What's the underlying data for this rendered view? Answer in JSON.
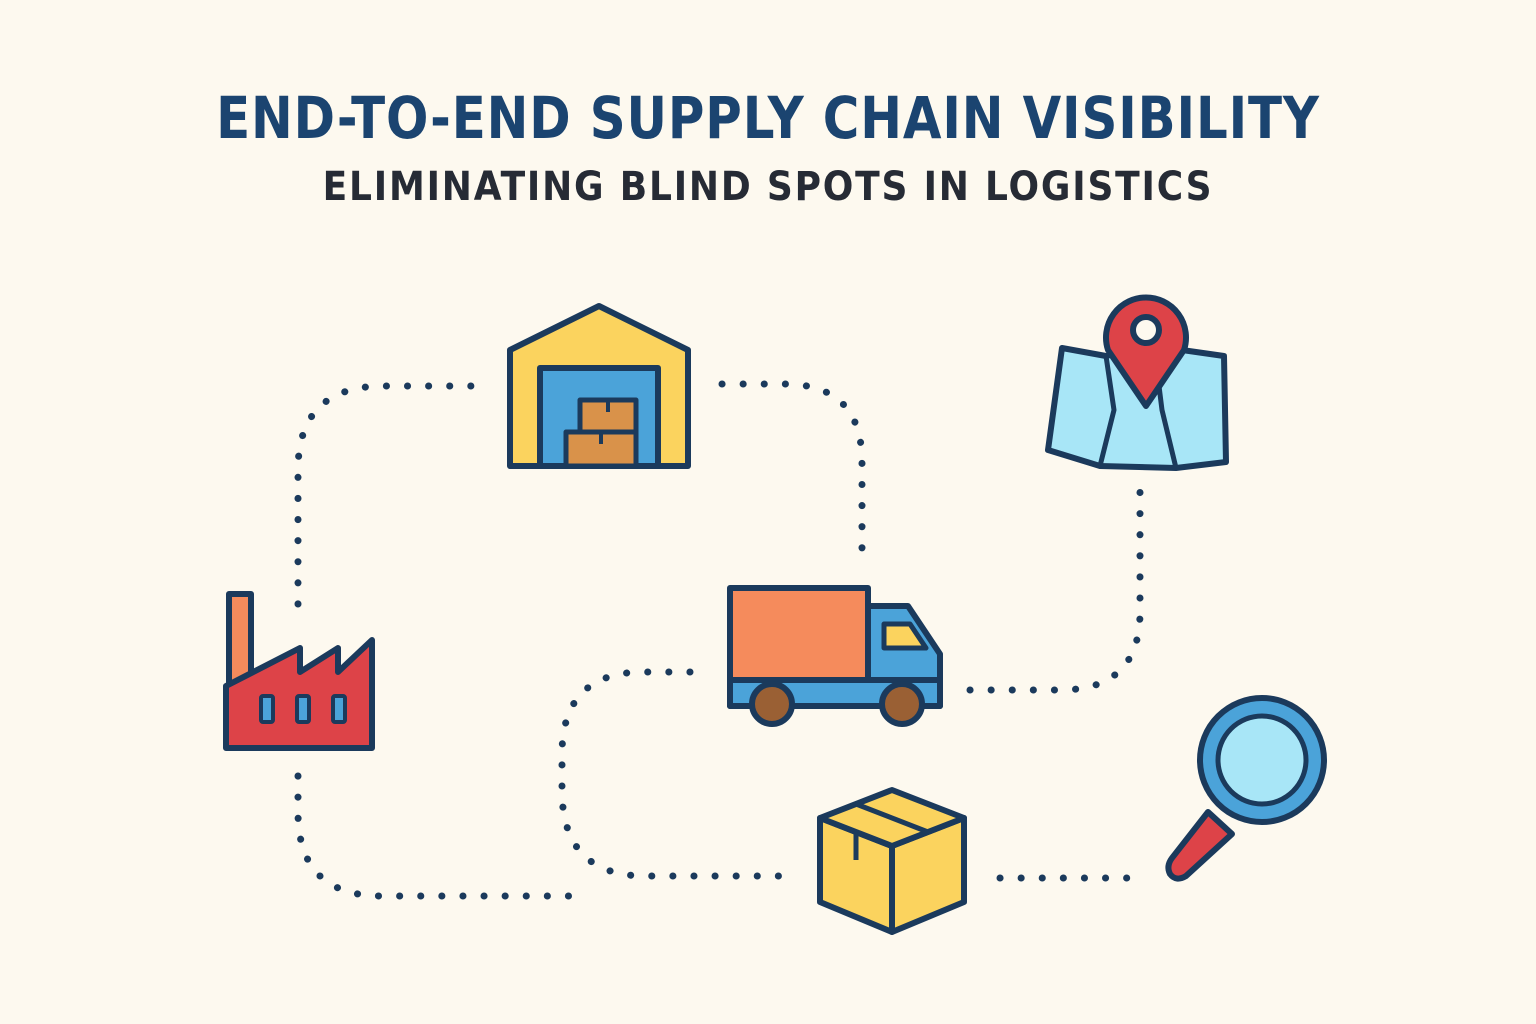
{
  "header": {
    "title": "END-TO-END SUPPLY CHAIN VISIBILITY",
    "subtitle": "ELIMINATING BLIND SPOTS IN LOGISTICS"
  },
  "nodes": [
    {
      "id": "factory",
      "icon": "factory-icon"
    },
    {
      "id": "warehouse",
      "icon": "warehouse-icon"
    },
    {
      "id": "truck",
      "icon": "delivery-truck-icon"
    },
    {
      "id": "map",
      "icon": "map-location-pin-icon"
    },
    {
      "id": "package",
      "icon": "package-box-icon"
    },
    {
      "id": "search",
      "icon": "magnifying-glass-icon"
    }
  ],
  "colors": {
    "background": "#FDF9EF",
    "outline": "#1B3A5C",
    "title": "#1B4470",
    "red": "#DD4348",
    "orange": "#F58B5C",
    "yellow": "#FBD35E",
    "blue": "#4BA3D9",
    "light_blue": "#A8E6F7",
    "brown": "#D9924A",
    "wheel": "#9A6034"
  }
}
